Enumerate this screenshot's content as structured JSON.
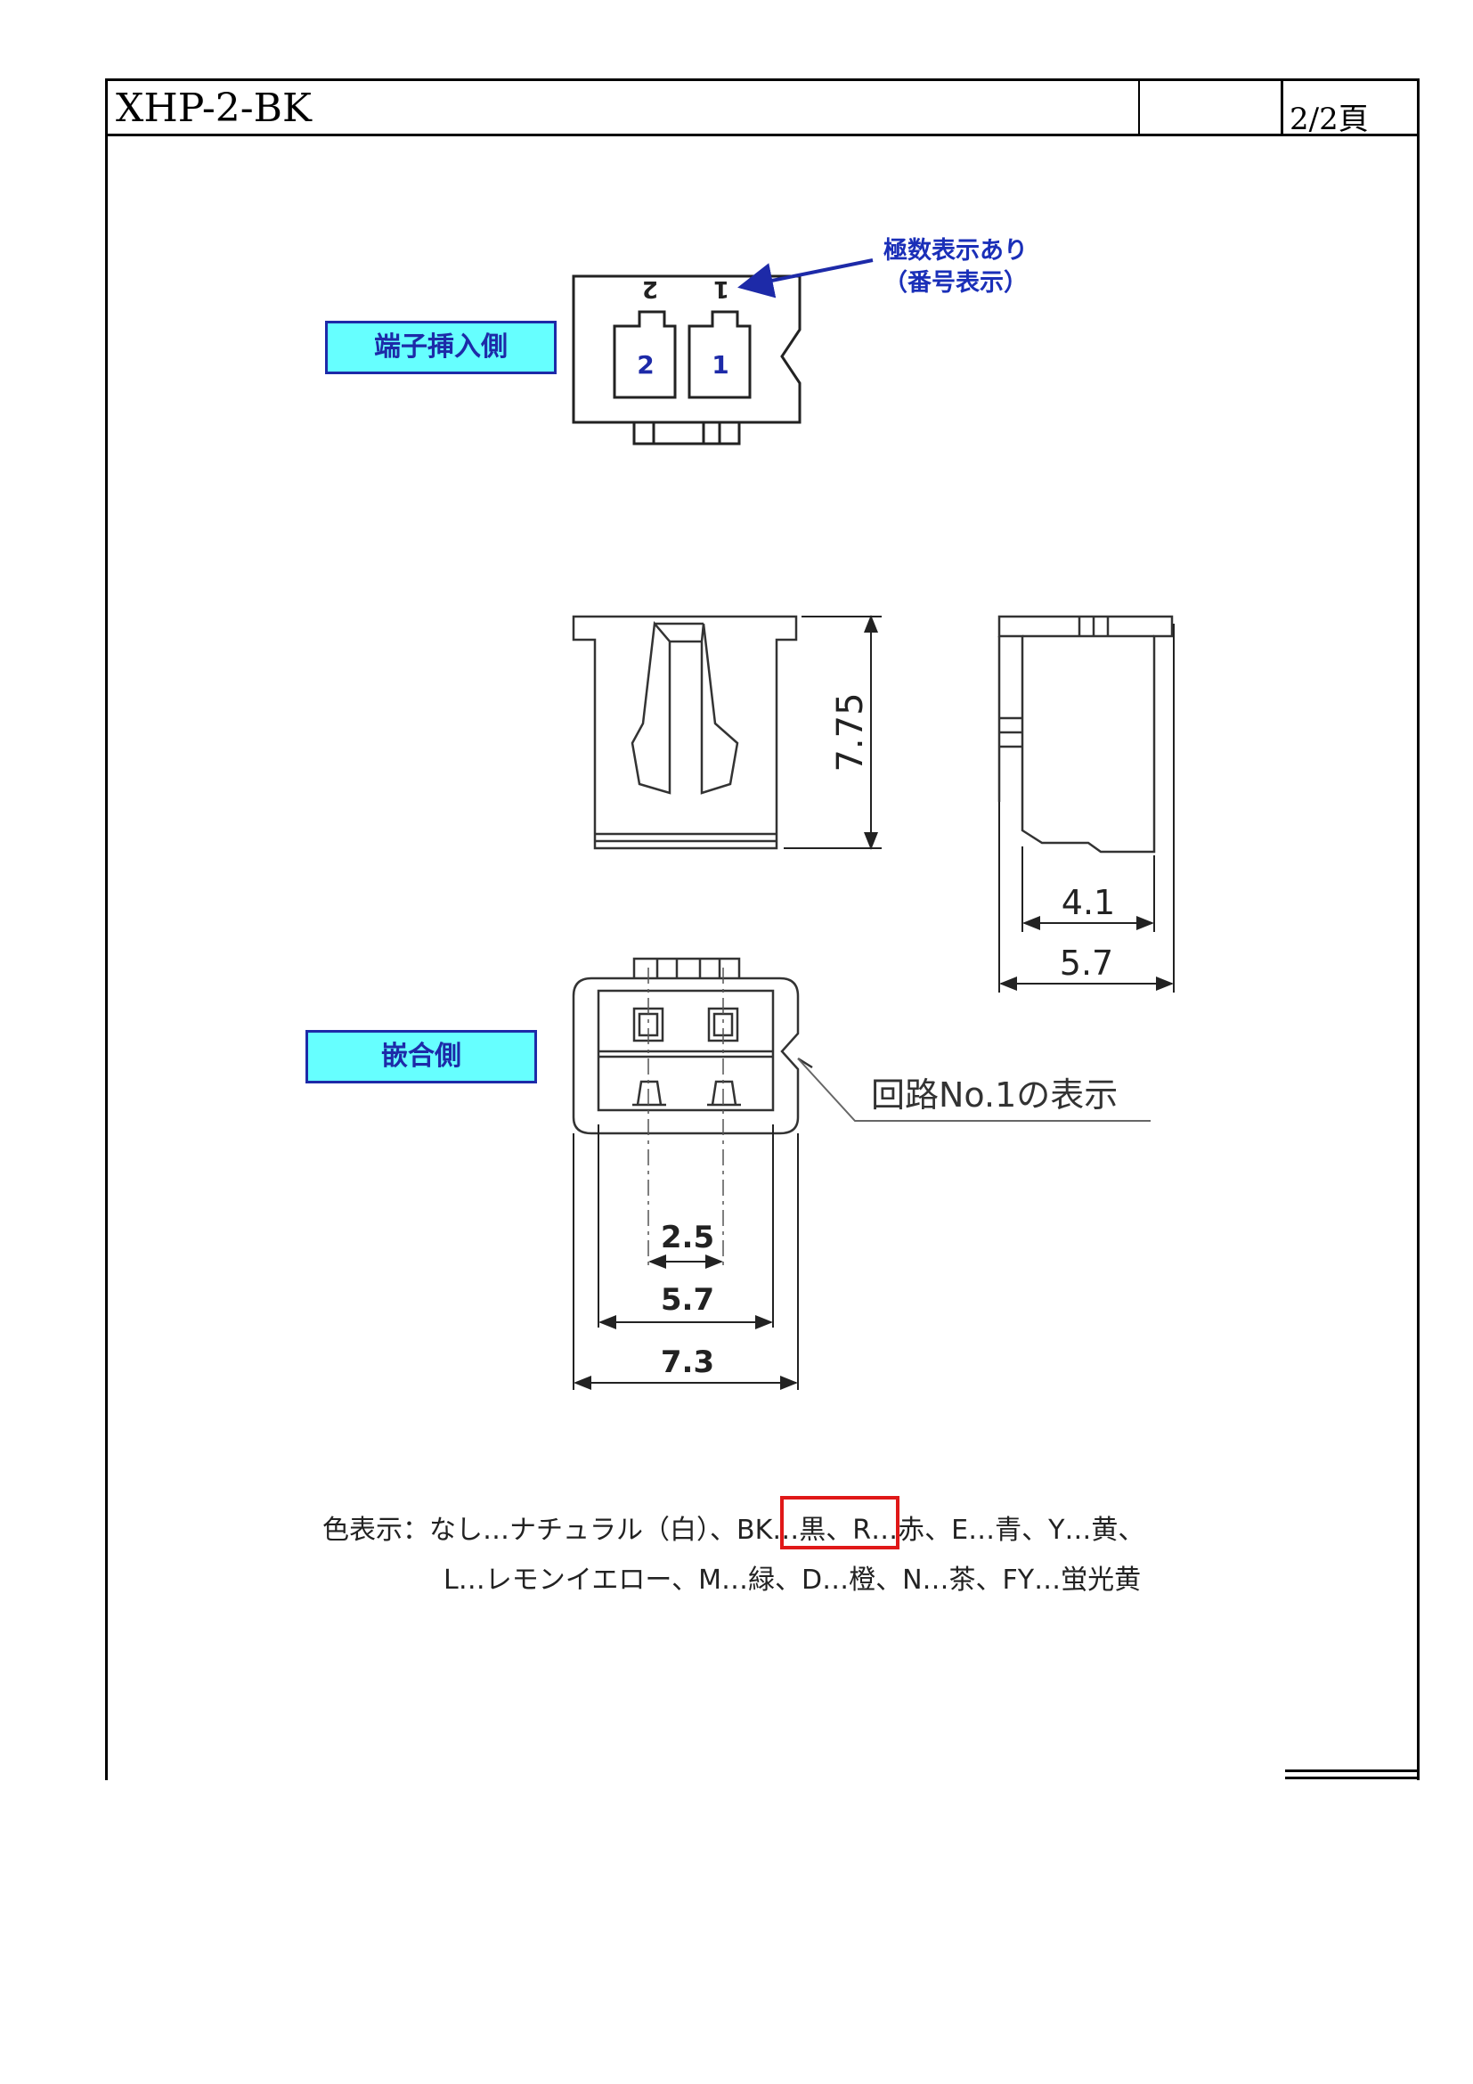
{
  "header": {
    "part_number": "XHP-2-BK",
    "page": "2/2頁"
  },
  "labels": {
    "terminal_side": "端子挿入側",
    "mating_side": "嵌合側"
  },
  "pin_note": {
    "line1": "極数表示あり",
    "line2": "（番号表示）"
  },
  "pins": {
    "mirror_2": "2",
    "mirror_1": "1",
    "cavity_2": "2",
    "cavity_1": "1"
  },
  "circuit_note": "回路No.1の表示",
  "dimensions": {
    "height": "7.75",
    "side_inner": "4.1",
    "side_outer": "5.7",
    "pitch": "2.5",
    "inner_width": "5.7",
    "outer_width": "7.3"
  },
  "colors_text": {
    "line1_prefix": "色表示：なし…ナチュラル（白）、",
    "line1_highlight": "BK…黒",
    "line1_suffix": "、R…赤、E…青、Y…黄、",
    "line2": "L…レモンイエロー、M…緑、D…橙、N…茶、FY…蛍光黄"
  },
  "accent_colors": {
    "label_fill": "#66ffff",
    "label_text": "#1d2aa8",
    "highlight": "#e01818"
  }
}
